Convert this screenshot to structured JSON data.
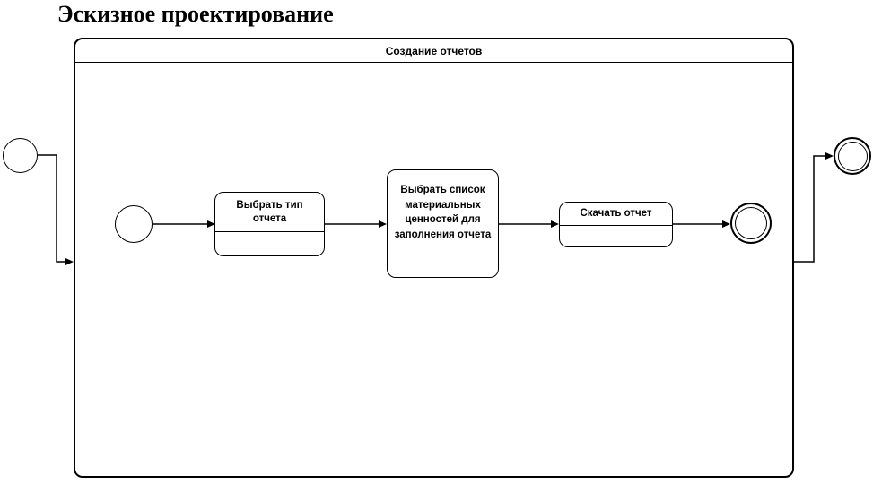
{
  "title": "Эскизное проектирование",
  "frame": {
    "label": "Создание отчетов"
  },
  "flow": {
    "activities": [
      {
        "id": "activity-1",
        "label": "Выбрать тип отчета"
      },
      {
        "id": "activity-2",
        "label": "Выбрать список материальных ценностей для заполнения отчета"
      },
      {
        "id": "activity-3",
        "label": "Скачать отчет"
      }
    ],
    "nodes": [
      {
        "id": "outer-initial-node",
        "type": "initial-circle"
      },
      {
        "id": "inner-initial-node",
        "type": "initial-circle"
      },
      {
        "id": "inner-final-node",
        "type": "final-double-circle"
      },
      {
        "id": "outer-final-node",
        "type": "final-double-circle"
      }
    ],
    "edges": [
      {
        "from": "outer-initial-node",
        "to": "frame-border"
      },
      {
        "from": "inner-initial-node",
        "to": "activity-1"
      },
      {
        "from": "activity-1",
        "to": "activity-2"
      },
      {
        "from": "activity-2",
        "to": "activity-3"
      },
      {
        "from": "activity-3",
        "to": "inner-final-node"
      },
      {
        "from": "frame-border",
        "to": "outer-final-node"
      }
    ]
  },
  "colors": {
    "stroke": "#000000",
    "background": "#ffffff",
    "text": "#000000"
  }
}
